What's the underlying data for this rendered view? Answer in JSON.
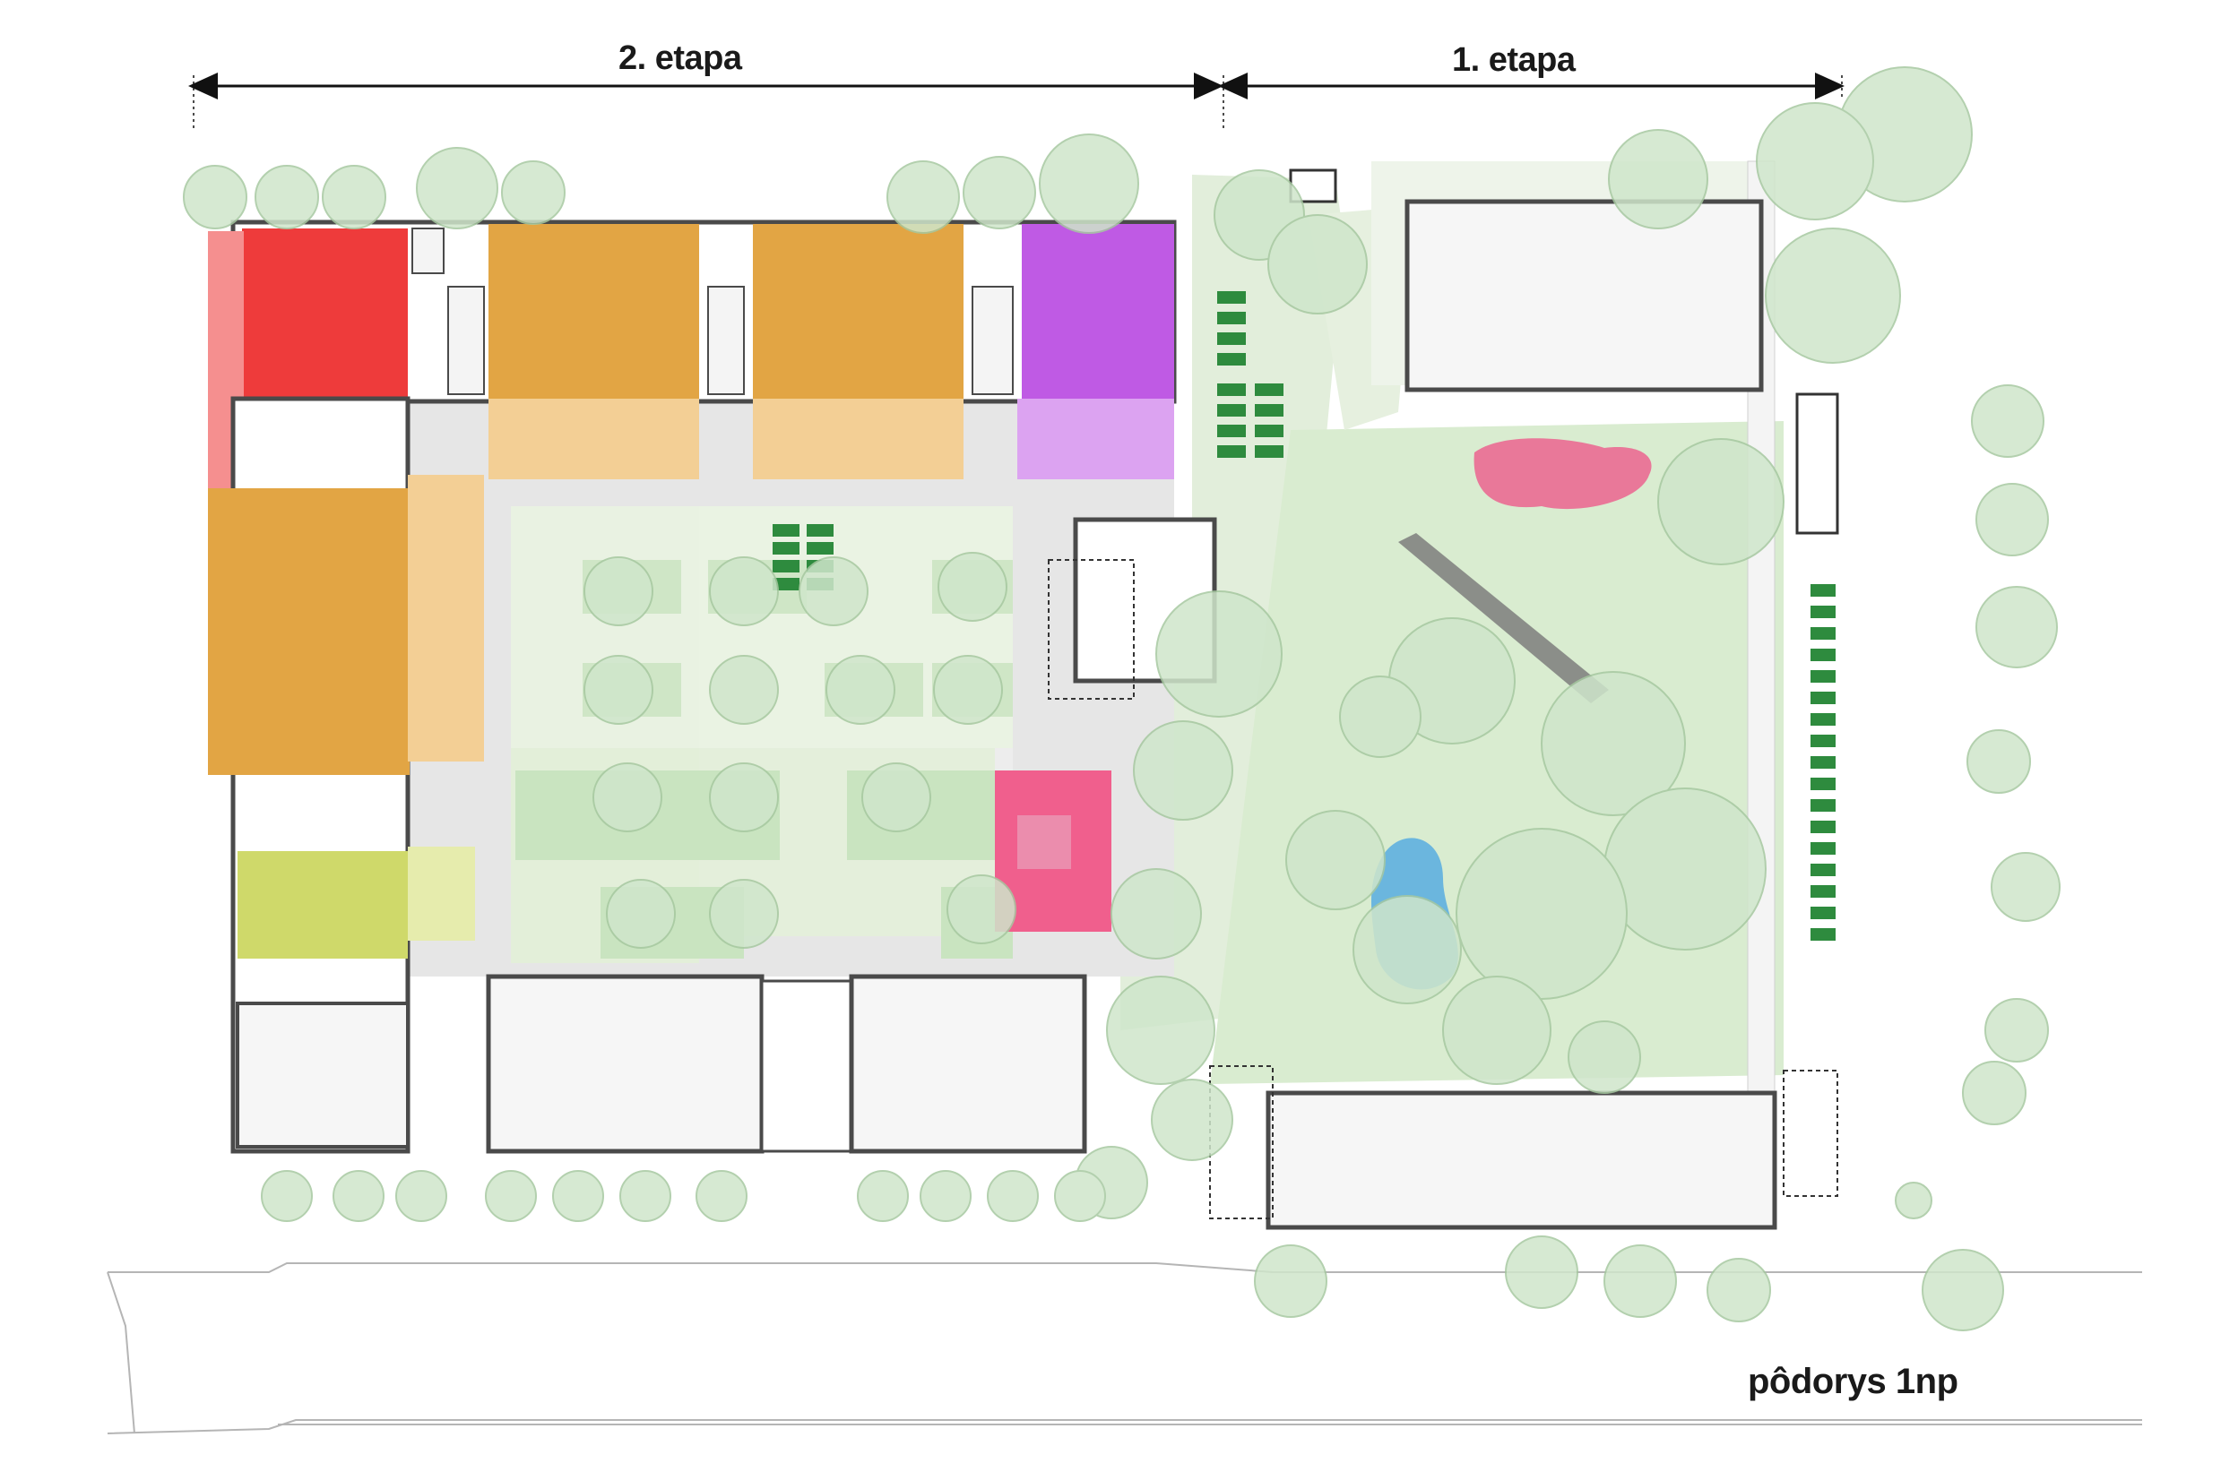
{
  "labels": {
    "stage_2": "2. etapa",
    "stage_1": "1. etapa",
    "plan_title": "pôdorys 1np"
  },
  "colors": {
    "unit_red": "#ee3b3b",
    "unit_red_light": "#f58f8f",
    "unit_orange": "#e2a544",
    "unit_orange_light": "#f3cf95",
    "unit_purple": "#bf5ae4",
    "unit_purple_light": "#dca3f1",
    "unit_lime": "#cfd96a",
    "unit_lime_light": "#e6ecad",
    "playground_pink": "#f05f8d",
    "pond_blue": "#6bb6de",
    "tree_fill": "#cfe6cb",
    "lawn_green": "#dcedd2",
    "parking_green": "#2e8b3e",
    "paving_grey": "#e4e4e4",
    "wall_grey": "#4a4a4a"
  },
  "icons": [
    "dimension-arrow-icon",
    "tree-icon",
    "parking-space-icon",
    "staircase-icon"
  ]
}
